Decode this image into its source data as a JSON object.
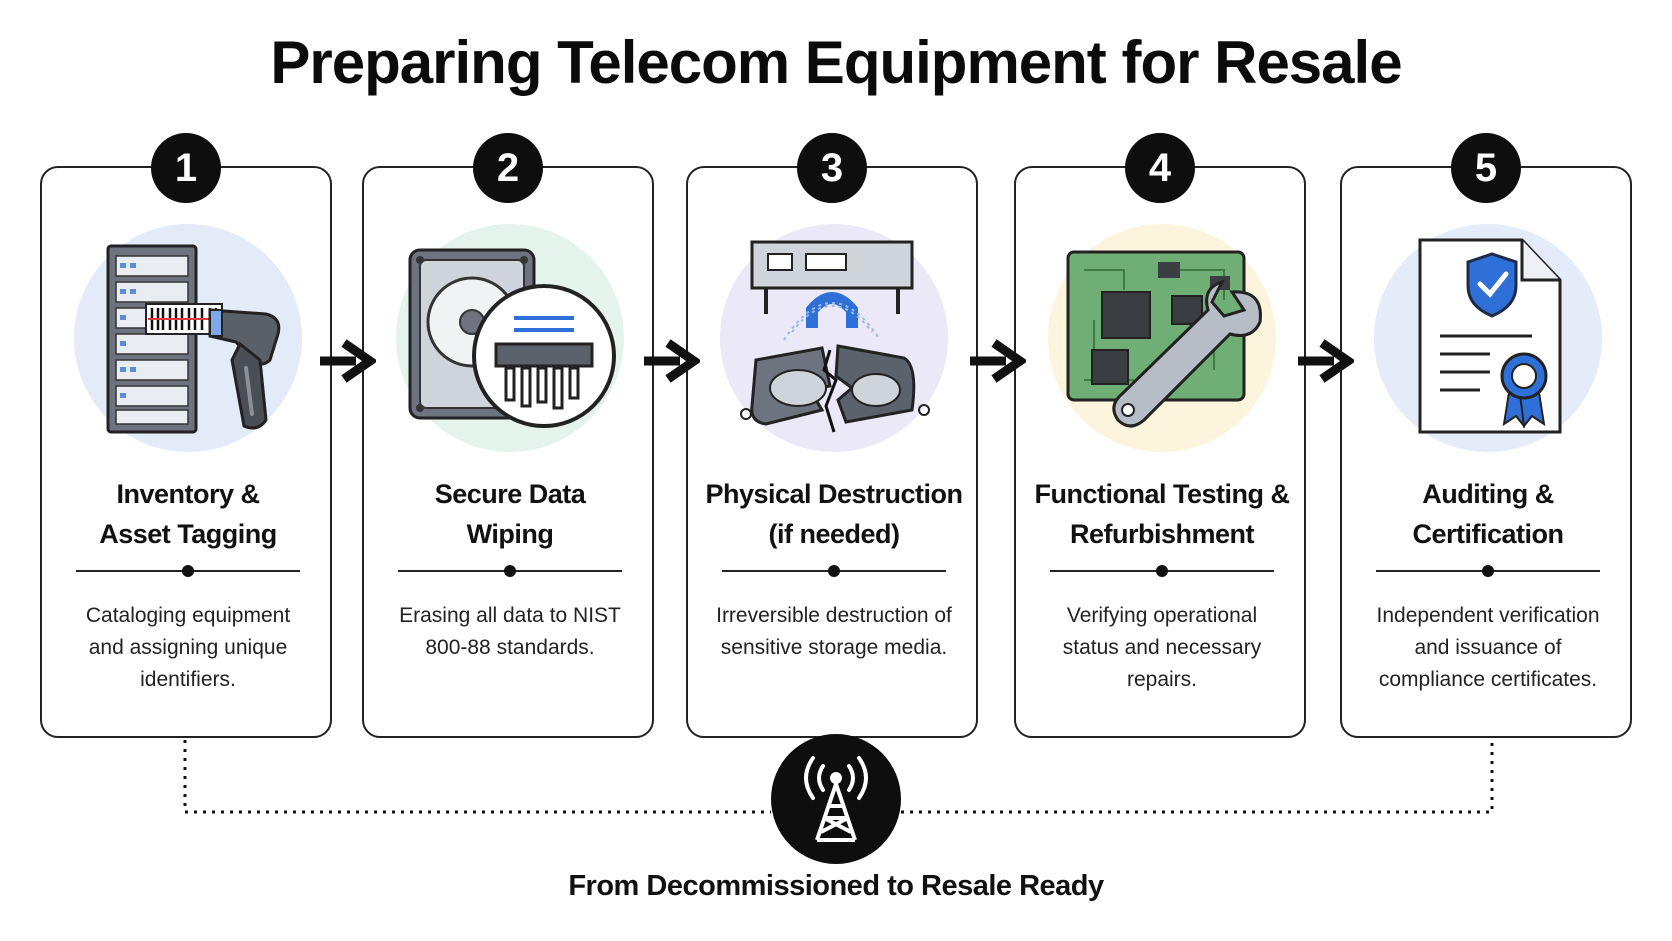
{
  "title": "Preparing Telecom Equipment for Resale",
  "steps": [
    {
      "number": "1",
      "title_line1": "Inventory &",
      "title_line2": "Asset Tagging",
      "description": "Cataloging equipment and assigning unique identifiers.",
      "icon": "server-rack-barcode-scanner-icon",
      "halo_color": "#e3ebf9"
    },
    {
      "number": "2",
      "title_line1": "Secure Data",
      "title_line2": "Wiping",
      "description": "Erasing all data to NIST 800-88 standards.",
      "icon": "hard-drive-shredder-icon",
      "halo_color": "#e4f4ec"
    },
    {
      "number": "3",
      "title_line1": "Physical Destruction",
      "title_line2": "(if needed)",
      "description": "Irreversible destruction of sensitive storage media.",
      "icon": "broken-hard-drive-magnet-icon",
      "halo_color": "#ebe8f8"
    },
    {
      "number": "4",
      "title_line1": "Functional Testing &",
      "title_line2": "Refurbishment",
      "description": "Verifying operational status and necessary repairs.",
      "icon": "circuit-board-wrench-icon",
      "halo_color": "#fcf4dc"
    },
    {
      "number": "5",
      "title_line1": "Auditing &",
      "title_line2": "Certification",
      "description": "Independent verification and issuance of compliance certificates.",
      "icon": "certificate-shield-ribbon-icon",
      "halo_color": "#e4ecf9"
    }
  ],
  "footer": "From Decommissioned to Resale Ready",
  "center_icon": "cell-tower-icon",
  "colors": {
    "badge": "#0e0e0e",
    "accent_blue": "#2f6fd8",
    "board_green": "#5d9a63"
  }
}
